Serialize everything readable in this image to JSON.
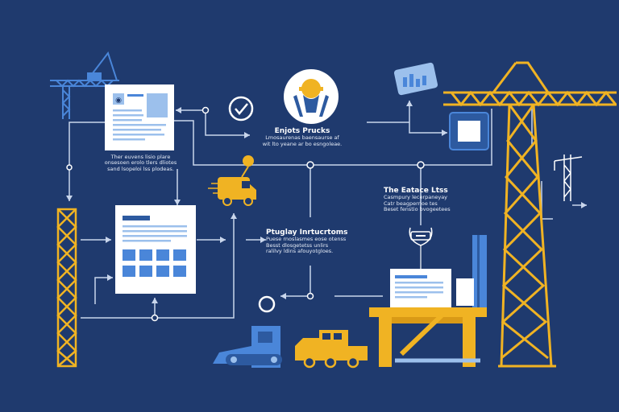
{
  "colors": {
    "background": "#1f3a6e",
    "crane": "#f0b323",
    "accent_blue": "#4a86d9",
    "light_blue": "#9cc0ec",
    "line": "#c9d6ec",
    "paper": "#ffffff"
  },
  "icons": [
    "crane-icon",
    "document-icon",
    "check-circle-icon",
    "worker-helmet-icon",
    "truck-icon",
    "chart-tag-icon",
    "monitor-icon",
    "excavator-icon",
    "dump-truck-icon",
    "workbench-icon"
  ],
  "labels": {
    "top_center": {
      "title": "Enjots Prucks",
      "lines": [
        "Lmosaurenas baensaurse af",
        "wit lto yeane ar bo esngoleae."
      ]
    },
    "left_doc": {
      "lines": [
        "Ther euvens lisio plare",
        "onsesoen erolo tlers dliotes",
        "sand lsopeloi lss plodeas."
      ]
    },
    "middle": {
      "title": "Ptuglay Inrtucrtoms",
      "lines": [
        "Puese rnoslasmes eose otenss",
        "Besst dlosgetetss unlirs",
        "ralilvy ldins afouyotgloes."
      ]
    },
    "right": {
      "title": "The Eatace Ltss",
      "lines": [
        "Casmpury lecerpaneyay",
        "Catr beagpernoe tes",
        "Beset fenstio bvogeetees"
      ]
    }
  }
}
